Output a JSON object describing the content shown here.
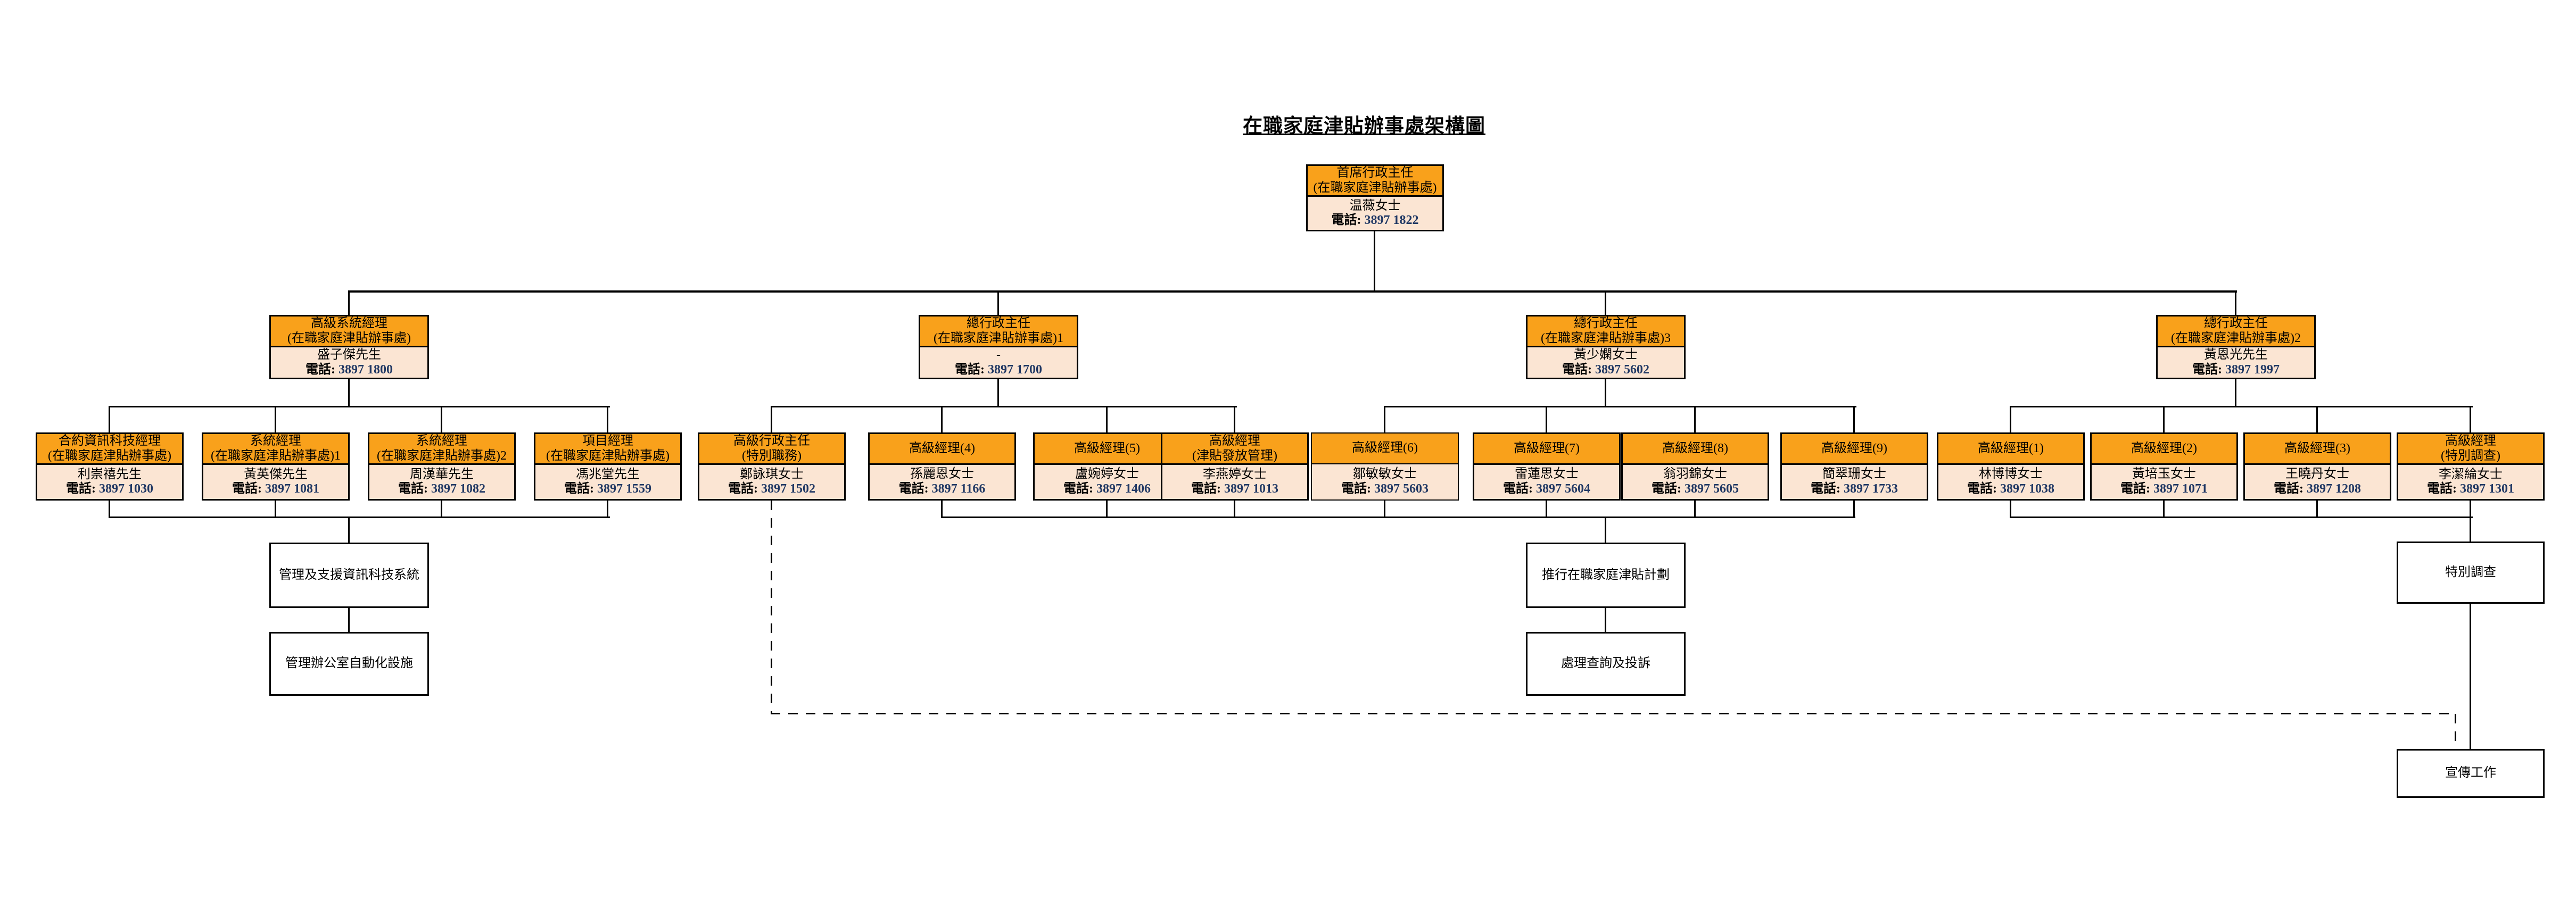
{
  "title": "在職家庭津貼辦事處架構圖",
  "colors": {
    "header_orange": "#F9A11B",
    "body_peach": "#FBE5D3",
    "phone_number_navy": "#203864",
    "line_black": "#000000"
  },
  "root": {
    "title_l1": "首席行政主任",
    "title_l2": "(在職家庭津貼辦事處)",
    "name": "温薇女士",
    "phone_label": "電話:",
    "phone_number": "3897 1822"
  },
  "level2": [
    {
      "title_l1": "高級系統經理",
      "title_l2": "(在職家庭津貼辦事處)",
      "name": "盛子傑先生",
      "phone_label": "電話:",
      "phone_number": "3897 1800"
    },
    {
      "title_l1": "總行政主任",
      "title_l2": "(在職家庭津貼辦事處)1",
      "name": "-",
      "phone_label": "電話:",
      "phone_number": "3897 1700"
    },
    {
      "title_l1": "總行政主任",
      "title_l2": "(在職家庭津貼辦事處)3",
      "name": "黃少嫻女士",
      "phone_label": "電話:",
      "phone_number": "3897 5602"
    },
    {
      "title_l1": "總行政主任",
      "title_l2": "(在職家庭津貼辦事處)2",
      "name": "黃恩光先生",
      "phone_label": "電話:",
      "phone_number": "3897 1997"
    }
  ],
  "level3": [
    {
      "title_l1": "合約資訊科技經理",
      "title_l2": "(在職家庭津貼辦事處)",
      "name": "利崇禧先生",
      "phone_label": "電話:",
      "phone_number": "3897 1030"
    },
    {
      "title_l1": "系統經理",
      "title_l2": "(在職家庭津貼辦事處)1",
      "name": "黃英傑先生",
      "phone_label": "電話:",
      "phone_number": "3897 1081"
    },
    {
      "title_l1": "系統經理",
      "title_l2": "(在職家庭津貼辦事處)2",
      "name": "周漢華先生",
      "phone_label": "電話:",
      "phone_number": "3897 1082"
    },
    {
      "title_l1": "項目經理",
      "title_l2": "(在職家庭津貼辦事處)",
      "name": "馮兆堂先生",
      "phone_label": "電話:",
      "phone_number": "3897 1559"
    },
    {
      "title_l1": "高級行政主任",
      "title_l2": "(特別職務)",
      "name": "鄭詠琪女士",
      "phone_label": "電話:",
      "phone_number": "3897 1502"
    },
    {
      "title_l1": "高級經理(4)",
      "title_l2": "",
      "name": "孫麗恩女士",
      "phone_label": "電話:",
      "phone_number": "3897 1166"
    },
    {
      "title_l1": "高級經理(5)",
      "title_l2": "",
      "name": "盧婉婷女士",
      "phone_label": "電話:",
      "phone_number": "3897 1406"
    },
    {
      "title_l1": "高級經理",
      "title_l2": "(津貼發放管理)",
      "name": "李燕婷女士",
      "phone_label": "電話:",
      "phone_number": "3897 1013"
    },
    {
      "title_l1": "高級經理(6)",
      "title_l2": "",
      "name": "鄒敏敏女士",
      "phone_label": "電話:",
      "phone_number": "3897 5603"
    },
    {
      "title_l1": "高級經理(7)",
      "title_l2": "",
      "name": "雷蓮思女士",
      "phone_label": "電話:",
      "phone_number": "3897 5604"
    },
    {
      "title_l1": "高級經理(8)",
      "title_l2": "",
      "name": "翁羽錦女士",
      "phone_label": "電話:",
      "phone_number": "3897 5605"
    },
    {
      "title_l1": "高級經理(9)",
      "title_l2": "",
      "name": "簡翠珊女士",
      "phone_label": "電話:",
      "phone_number": "3897 1733"
    },
    {
      "title_l1": "高級經理(1)",
      "title_l2": "",
      "name": "林博博女士",
      "phone_label": "電話:",
      "phone_number": "3897 1038"
    },
    {
      "title_l1": "高級經理(2)",
      "title_l2": "",
      "name": "黃培玉女士",
      "phone_label": "電話:",
      "phone_number": "3897 1071"
    },
    {
      "title_l1": "高級經理(3)",
      "title_l2": "",
      "name": "王曉丹女士",
      "phone_label": "電話:",
      "phone_number": "3897 1208"
    },
    {
      "title_l1": "高級經理",
      "title_l2": "(特別調查)",
      "name": "李潔綸女士",
      "phone_label": "電話:",
      "phone_number": "3897 1301"
    }
  ],
  "tasks": {
    "it_systems": "管理及支援資訊科技系統",
    "office_automation": "管理辦公室自動化設施",
    "implement_scheme": "推行在職家庭津貼計劃",
    "enquiries_complaints": "處理查詢及投訴",
    "special_investigation": "特別調查",
    "publicity": "宣傳工作"
  }
}
